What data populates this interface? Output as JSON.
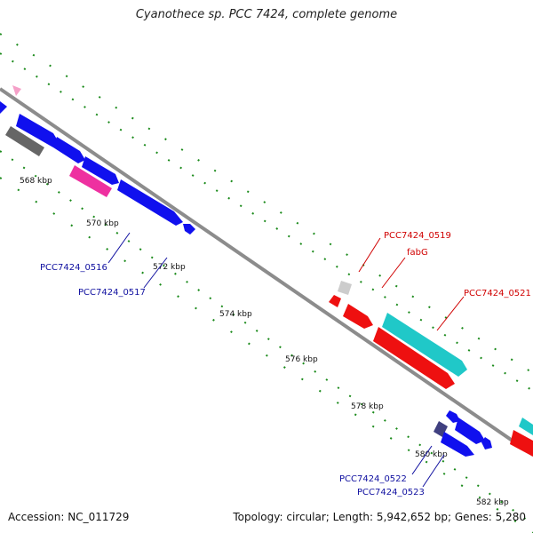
{
  "title": "Cyanothece sp. PCC 7424, complete genome",
  "accession": "Accession: NC_011729",
  "summary": "Topology: circular; Length: 5,942,652 bp; Genes: 5,280",
  "ticks": [
    "568 kbp",
    "570 kbp",
    "572 kbp",
    "574 kbp",
    "576 kbp",
    "578 kbp",
    "580 kbp",
    "582 kbp"
  ],
  "gene_labels": [
    {
      "id": "PCC7424_0516",
      "text": "PCC7424_0516",
      "color": "#1010a0"
    },
    {
      "id": "PCC7424_0517",
      "text": "PCC7424_0517",
      "color": "#1010a0"
    },
    {
      "id": "PCC7424_0519",
      "text": "PCC7424_0519",
      "color": "#d00000"
    },
    {
      "id": "fabG",
      "text": "fabG",
      "color": "#d00000"
    },
    {
      "id": "PCC7424_0521",
      "text": "PCC7424_0521",
      "color": "#d00000"
    },
    {
      "id": "PCC7424_0522",
      "text": "PCC7424_0522",
      "color": "#1010a0"
    },
    {
      "id": "PCC7424_0523",
      "text": "PCC7424_0523",
      "color": "#1010a0"
    }
  ],
  "colors": {
    "backbone": "#8c8c8c",
    "gc_dots": "#1a8a1a",
    "forward_gene": "#1010ee",
    "reverse_gene": "#ee1010",
    "cyan_gene": "#20c8c8",
    "pink_gene": "#ee30a0",
    "grey_gene": "#666666"
  }
}
